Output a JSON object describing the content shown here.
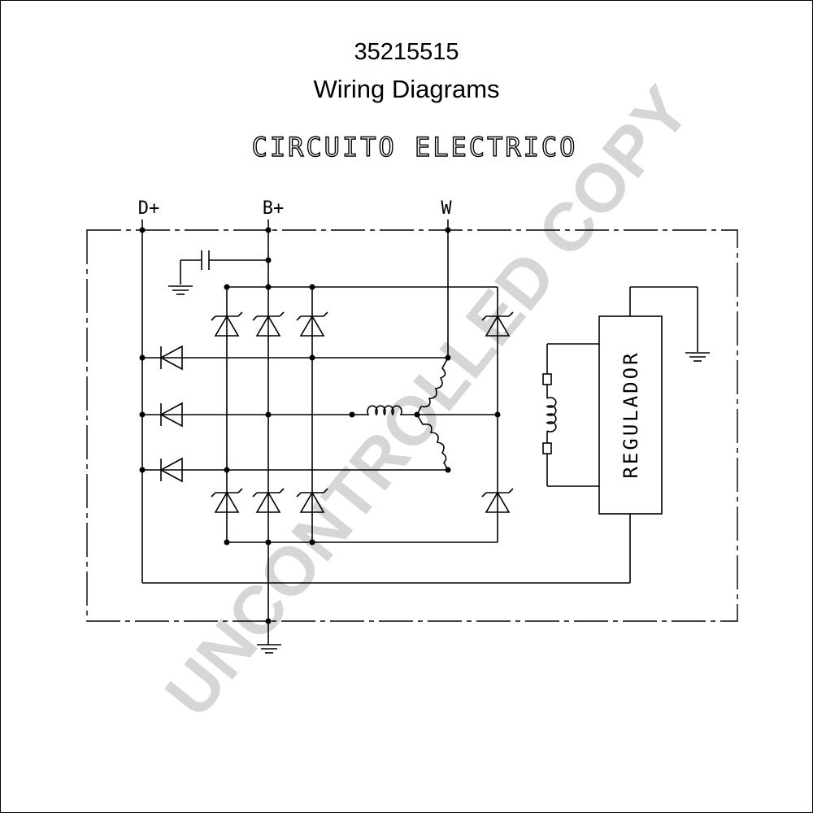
{
  "header": {
    "number": "35215515",
    "title": "Wiring Diagrams"
  },
  "diagram": {
    "heading": "CIRCUITO ELECTRICO",
    "terminals": {
      "d_plus": "D+",
      "b_plus": "B+",
      "w": "W"
    },
    "regulator_label": "REGULADOR"
  },
  "watermark": "UNCONTROLLED COPY",
  "colors": {
    "line": "#000000",
    "watermark": "#d6d6d6",
    "background": "#ffffff"
  }
}
